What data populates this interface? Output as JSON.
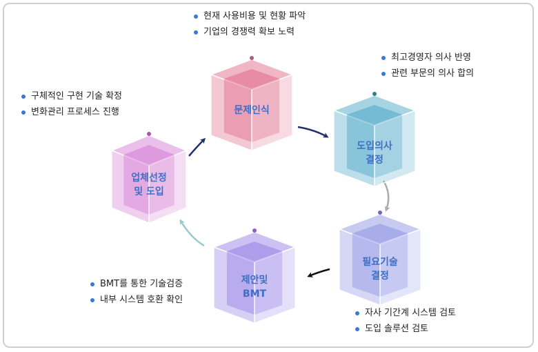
{
  "stages": [
    {
      "label": "문제인식",
      "color": "#e47a98",
      "dot": "#b05a86",
      "bullets": [
        "현재 사용비용 및 현황 파악",
        "기업의 경쟁력 확보 노력"
      ]
    },
    {
      "label": "도입의사\n결정",
      "color": "#5fb0cc",
      "dot": "#2f7f8c",
      "bullets": [
        "최고경영자 의사 반영",
        "관련 부문의 의사 합의"
      ]
    },
    {
      "label": "필요기술\n결정",
      "color": "#9aa0e6",
      "dot": "#7a62c0",
      "bullets": [
        "자사 기간계 시스템 검토",
        "도입 솔루션 검토"
      ]
    },
    {
      "label": "제안및\nBMT",
      "color": "#a08ee8",
      "dot": "#8a5ec6",
      "bullets": [
        "BMT를 통한 기술검증",
        "내부 시스템 호환 확인"
      ]
    },
    {
      "label": "업체선정\n및 도입",
      "color": "#d98ad8",
      "dot": "#a25aa8",
      "bullets": [
        "구체적인 구현 기술 확정",
        "변화관리 프로세스 진행"
      ]
    }
  ],
  "arrow_colors": {
    "navy": "#1f2f6e",
    "gray": "#aaaaaa",
    "black": "#111111",
    "teal": "#9cc8d4"
  }
}
